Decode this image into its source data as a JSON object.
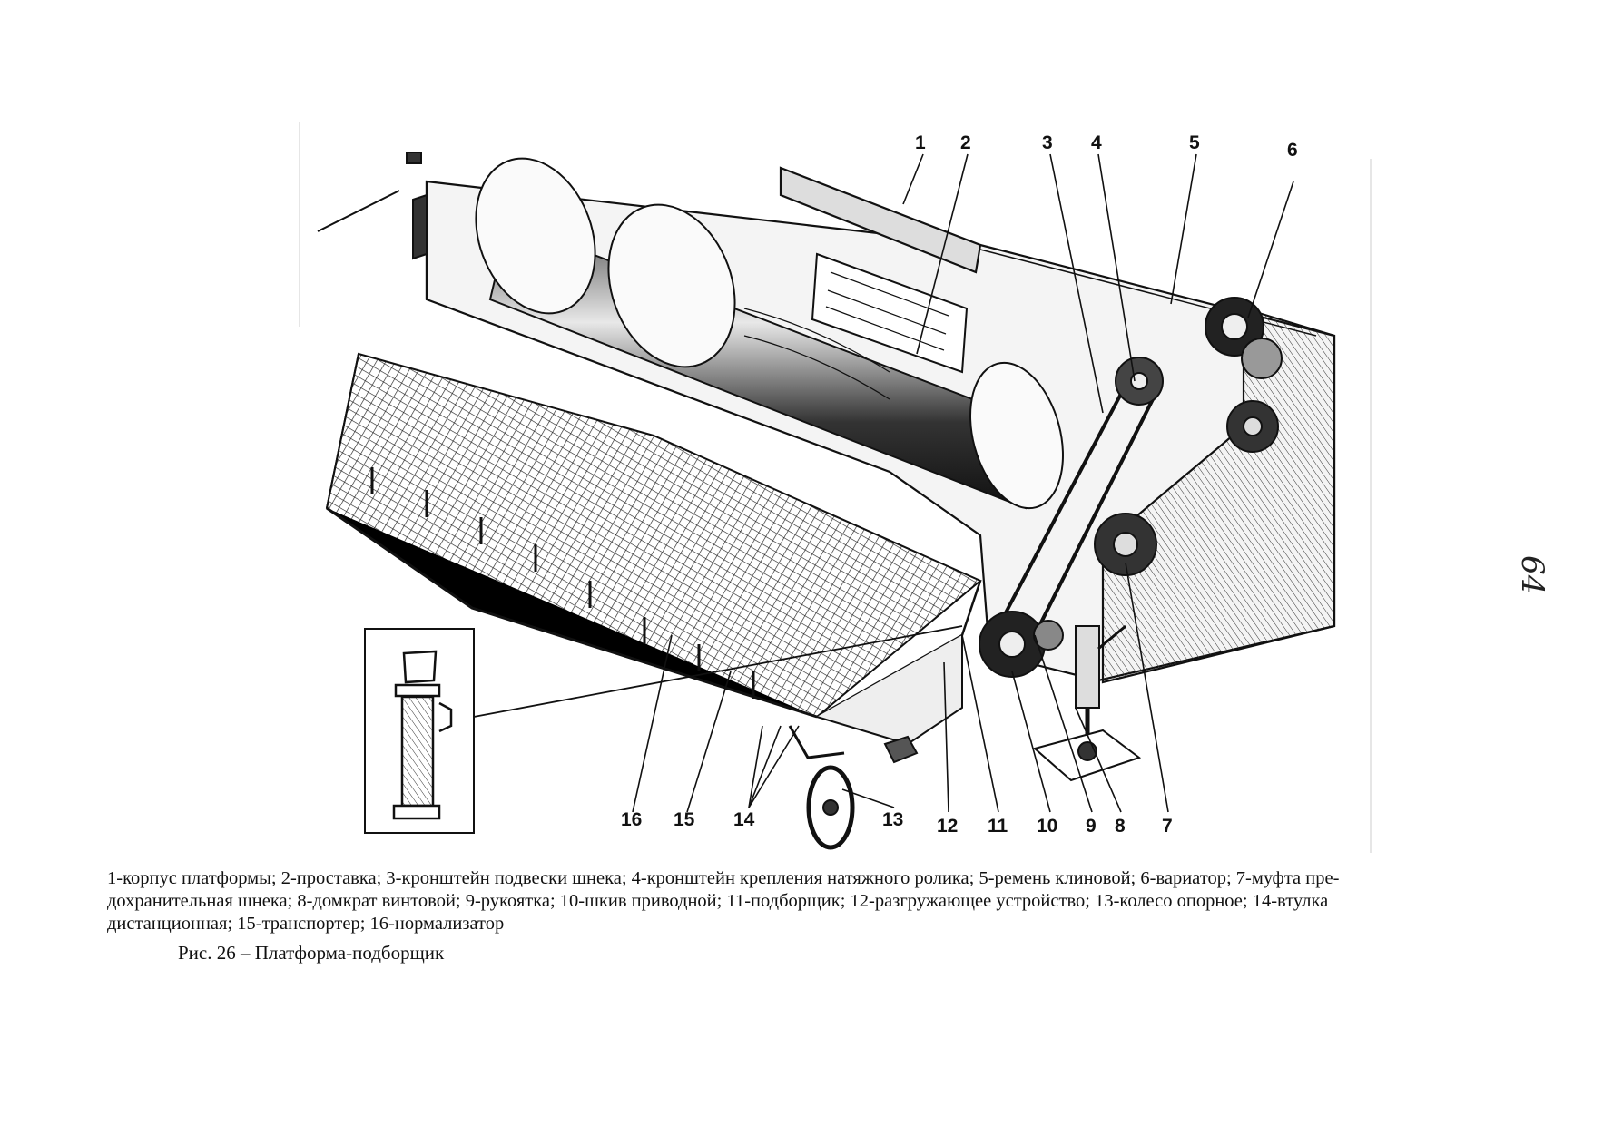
{
  "page_number": "64",
  "callouts": [
    "1",
    "2",
    "3",
    "4",
    "5",
    "6",
    "7",
    "8",
    "9",
    "10",
    "11",
    "12",
    "13",
    "14",
    "15",
    "16"
  ],
  "caption": {
    "line1": "1-корпус платформы; 2-проставка; 3-кронштейн подвески шнека; 4-кронштейн крепления натяжного ролика; 5-ремень клиновой; 6-вариатор; 7-муфта пре-",
    "line2": "дохранительная шнека; 8-домкрат винтовой; 9-рукоятка; 10-шкив приводной; 11-подборщик; 12-разгружающее устройство; 13-колесо опорное; 14-втулка",
    "line3": "дистанционная; 15-транспортер; 16-нормализатор"
  },
  "figure_title": "Рис. 26 – Платформа-подборщик"
}
